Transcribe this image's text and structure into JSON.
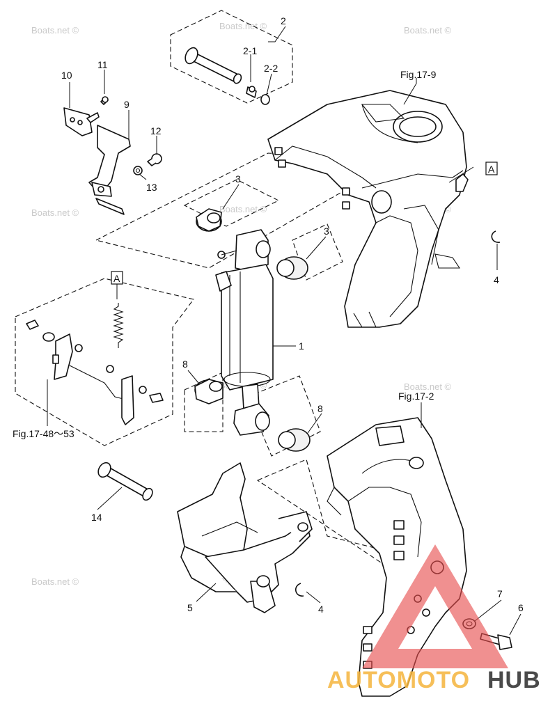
{
  "diagram": {
    "figure_refs": {
      "fig_17_9": "Fig.17-9",
      "fig_17_2": "Fig.17-2",
      "fig_17_48_53": "Fig.17-48～53"
    },
    "section_marker": "A",
    "callouts": {
      "p1": "1",
      "p2": "2",
      "p2_1": "2-1",
      "p2_2": "2-2",
      "p3a": "3",
      "p3b": "3",
      "p4a": "4",
      "p4b": "4",
      "p5": "5",
      "p6": "6",
      "p7": "7",
      "p8a": "8",
      "p8b": "8",
      "p9": "9",
      "p10": "10",
      "p11": "11",
      "p12": "12",
      "p13": "13",
      "p14": "14"
    },
    "watermark": "Boats.net ©"
  },
  "branding": {
    "logo_text_part1": "AUTOMOTO",
    "logo_text_part2": "HUB",
    "colors": {
      "triangle": "#e74c4c",
      "auto": "#f5b43c",
      "hub": "#4a4a4a"
    }
  }
}
